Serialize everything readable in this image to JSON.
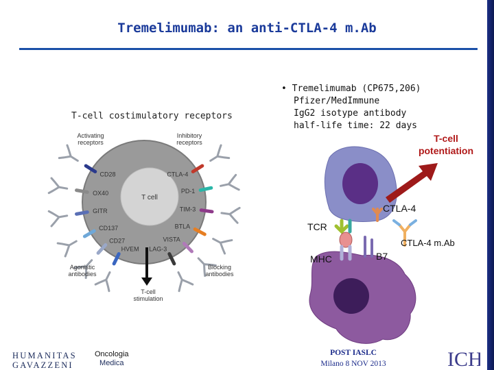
{
  "slide": {
    "title": "Tremelimumab: an anti-CTLA-4 m.Ab",
    "figure_caption": "T-cell costimulatory receptors",
    "bullet": {
      "marker": "•",
      "lines": [
        "Tremelimumab (CP675,206)",
        "Pfizer/MedImmune",
        "IgG2 isotype antibody",
        "half-life time: 22 days"
      ]
    },
    "potentiation_line1": "T-cell",
    "potentiation_line2": "potentiation"
  },
  "left_diagram": {
    "center_label": "T cell",
    "activating_header": "Activating\nreceptors",
    "inhibitory_header": "Inhibitory\nreceptors",
    "activating_receptors": [
      "CD28",
      "OX40",
      "GITR",
      "CD137",
      "CD27",
      "HVEM"
    ],
    "inhibitory_receptors": [
      "CTLA-4",
      "PD-1",
      "TIM-3",
      "BTLA",
      "VISTA",
      "LAG-3"
    ],
    "agonistic_label": "Agonistic\nantibodies",
    "blocking_label": "Blocking\nantibodies",
    "stimulation_label": "T-cell\nstimulation",
    "colors": {
      "cell": "#9a9a9a",
      "nucleus": "#d4d4d4",
      "arrow": "#111111",
      "receptor_colors": [
        "#2b3a8c",
        "#8a8a8a",
        "#5a6fb5",
        "#6fa8d8",
        "#9aa8c8",
        "#3a66c0"
      ],
      "inhibitory_colors": [
        "#c0392b",
        "#2ab6a8",
        "#8e3a8a",
        "#e67e22",
        "#b07ab8",
        "#3a3a3a"
      ]
    }
  },
  "right_diagram": {
    "labels": {
      "ctla4": "CTLA-4",
      "tcr": "TCR",
      "mhc": "MHC",
      "b7": "B7",
      "ctla4_mab": "CTLA-4 m.Ab"
    },
    "colors": {
      "tcell_body": "#8a8ec8",
      "tcell_nucleus": "#5a2f86",
      "apc_body": "#8d5a9f",
      "apc_nucleus": "#3d1d5a",
      "arrow": "#9e1a1a"
    }
  },
  "footer": {
    "logo_line1": "HUMANITAS",
    "logo_line2": "GAVAZZENI",
    "oncology_line1": "Oncologia",
    "oncology_line2": "Medica",
    "post_line1": "POST IASLC",
    "post_line2": "Milano 8 NOV 2013",
    "ich_mark": "ICH"
  }
}
